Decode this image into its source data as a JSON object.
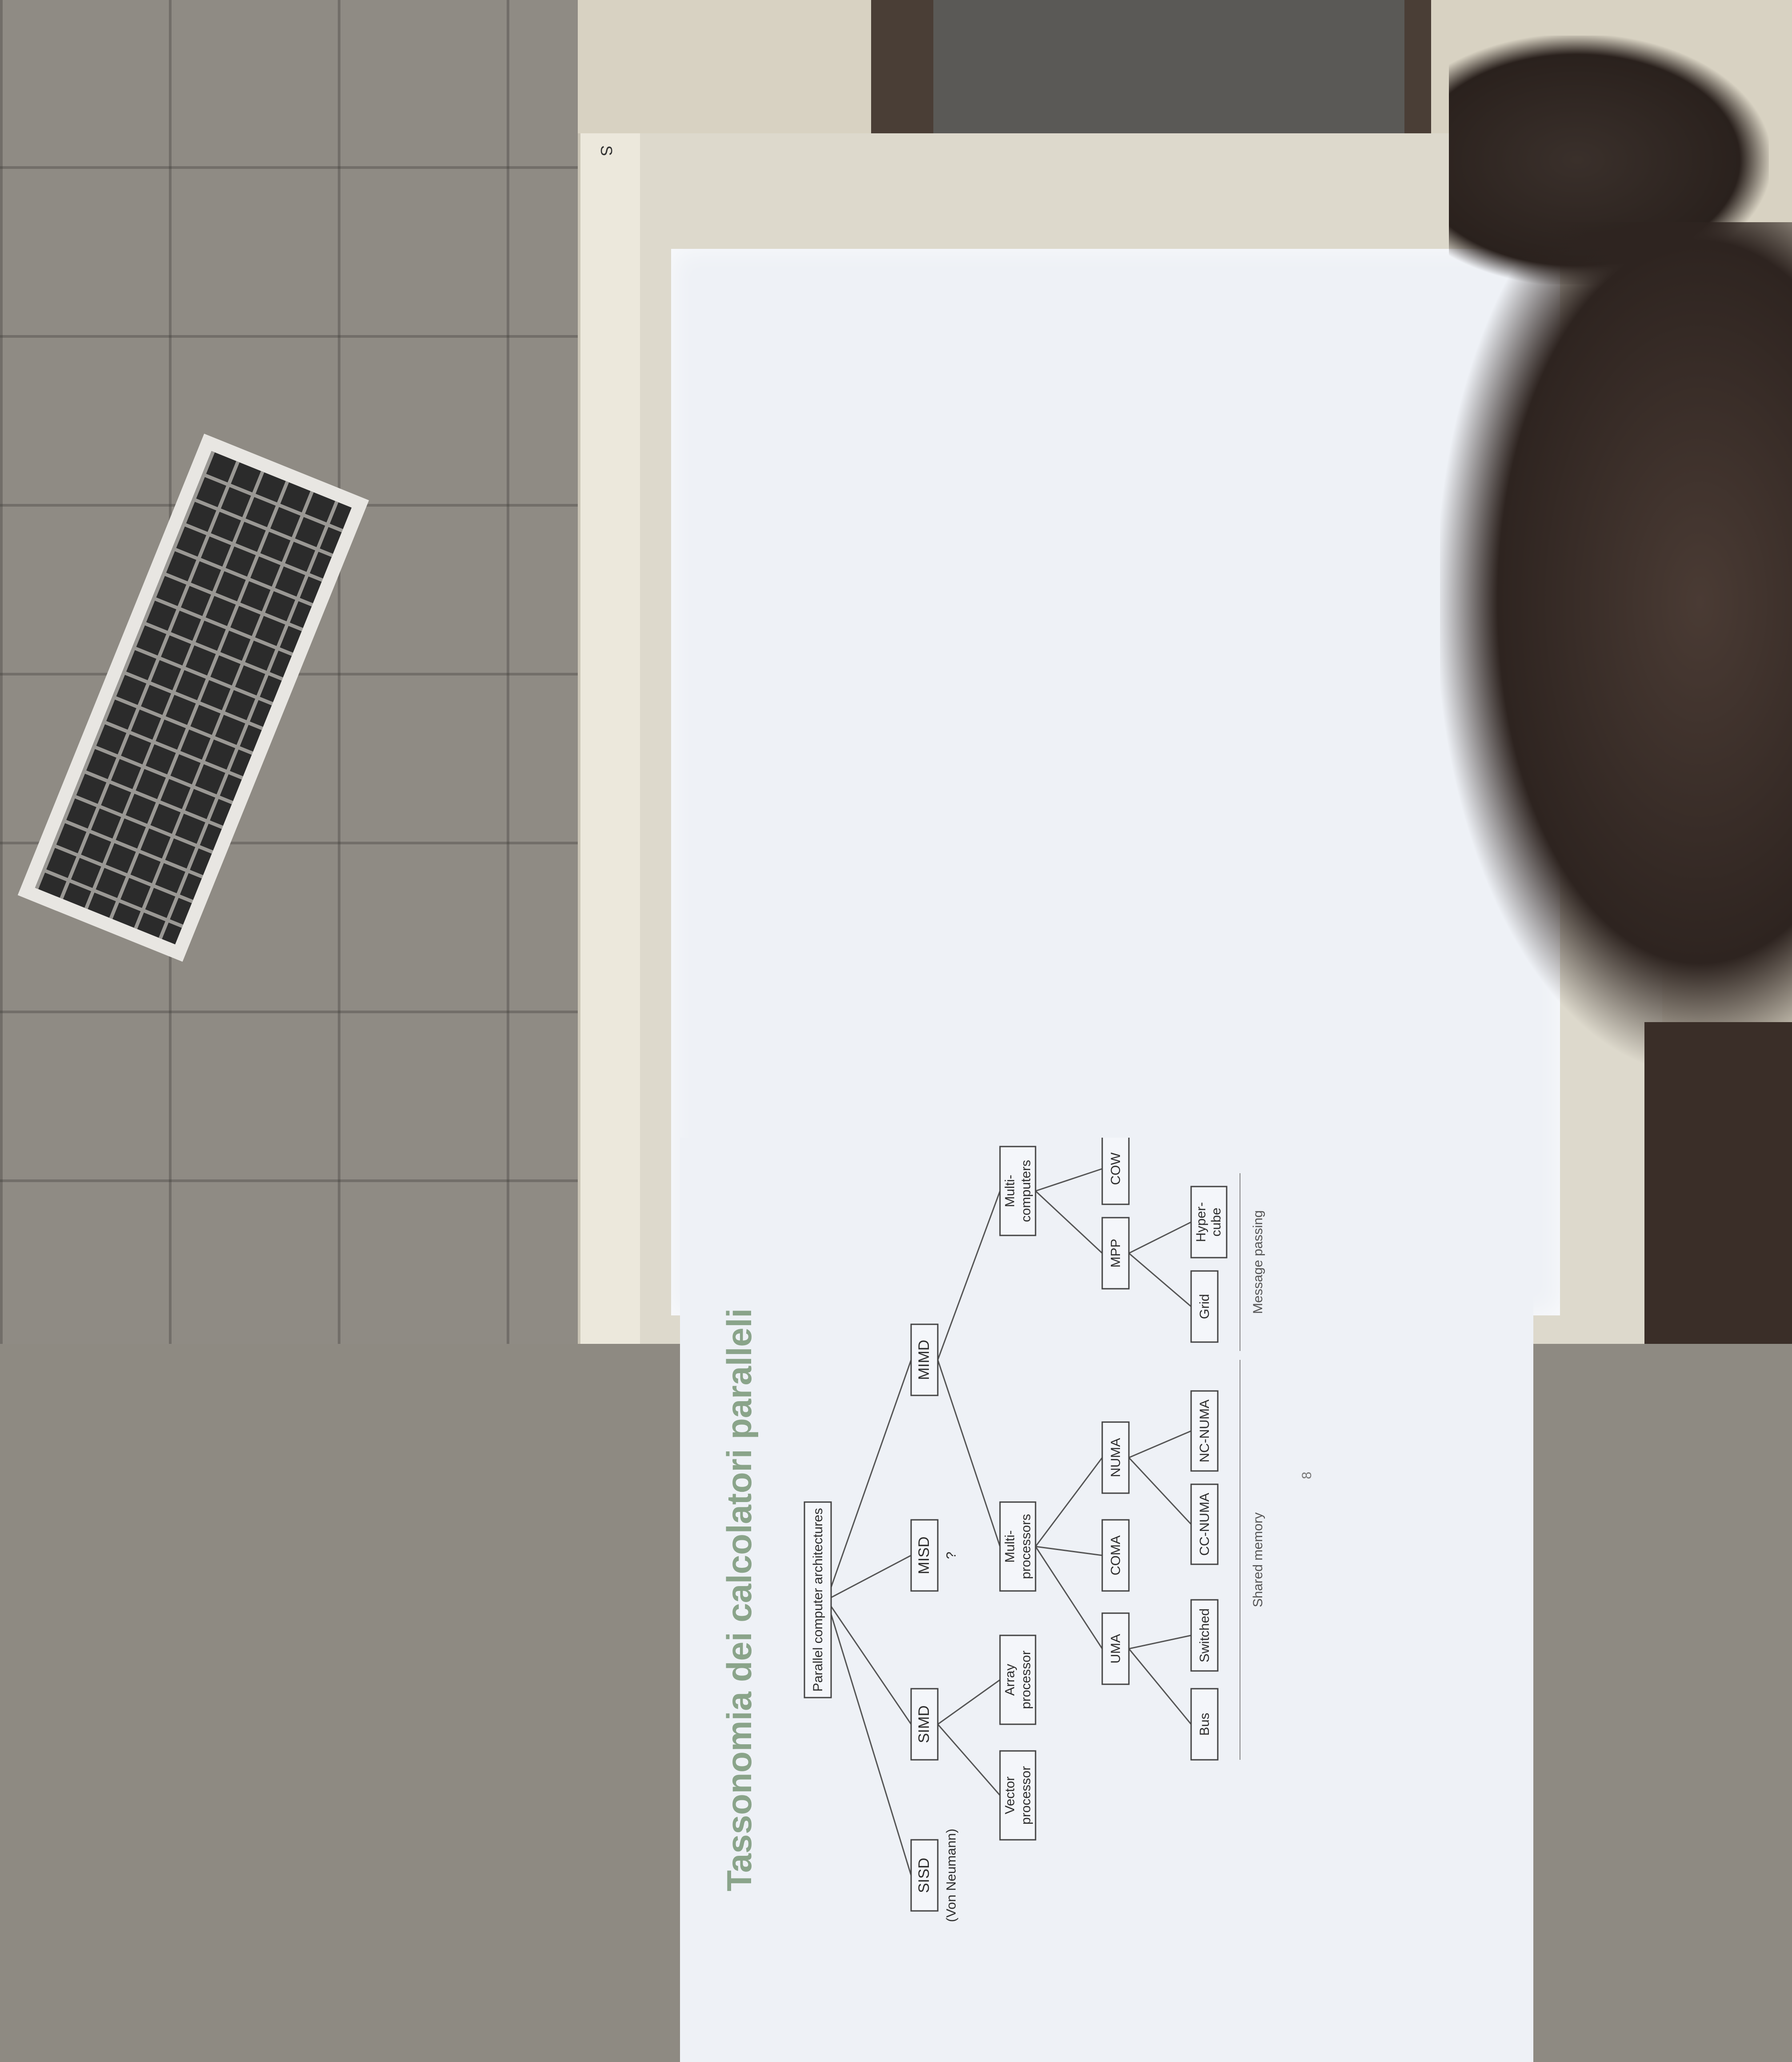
{
  "slide": {
    "title": "Tassonomia dei calcolatori paralleli",
    "root": "Parallel computer architectures",
    "level1": {
      "sisd": "SISD",
      "simd": "SIMD",
      "misd": "MISD",
      "mimd": "MIMD"
    },
    "von_neumann": "(Von Neumann)",
    "question_mark": "?",
    "level2": {
      "vector_1": "Vector",
      "vector_2": "processor",
      "array_1": "Array",
      "array_2": "processor",
      "multiproc_1": "Multi-",
      "multiproc_2": "processors",
      "multicomp_1": "Multi-",
      "multicomp_2": "computers"
    },
    "level3": {
      "uma": "UMA",
      "coma": "COMA",
      "numa": "NUMA",
      "mpp": "MPP",
      "cow": "COW"
    },
    "level4": {
      "bus": "Bus",
      "switched": "Switched",
      "cc_numa": "CC-NUMA",
      "nc_numa": "NC-NUMA",
      "grid": "Grid",
      "hyper_1": "Hyper-",
      "hyper_2": "cube"
    },
    "shared_memory": "Shared memory",
    "message_passing": "Message passing",
    "page_number": "8"
  },
  "room": {
    "casing_label": "S"
  },
  "colors": {
    "title": "#8aa48a",
    "box_text": "#2e2e2e",
    "slide_bg": "#eef1f6"
  }
}
